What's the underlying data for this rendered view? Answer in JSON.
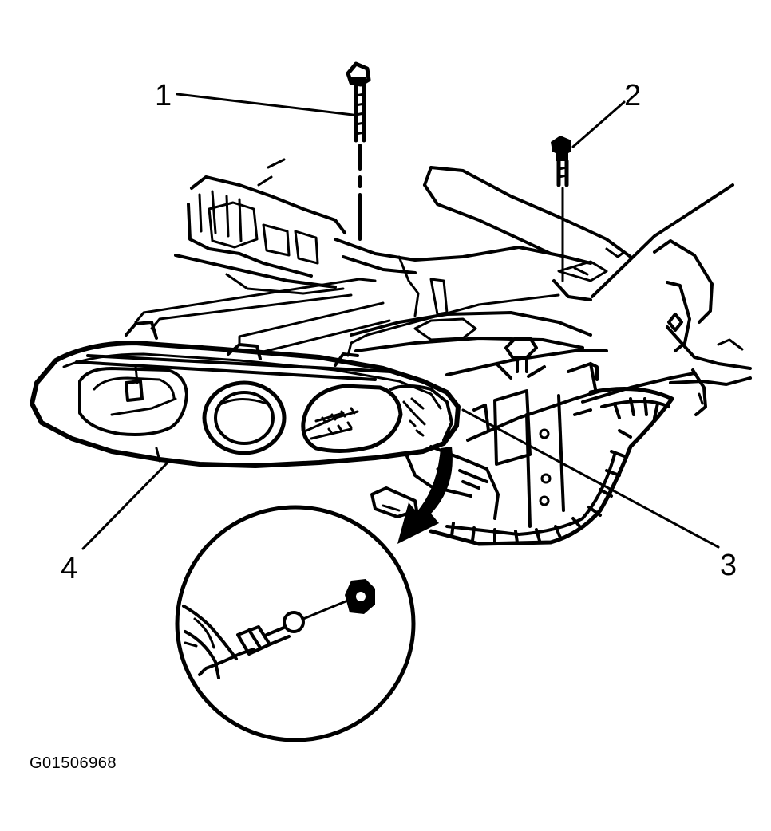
{
  "diagram": {
    "callouts": [
      {
        "id": "1",
        "label": "1"
      },
      {
        "id": "2",
        "label": "2"
      },
      {
        "id": "3",
        "label": "3"
      },
      {
        "id": "4",
        "label": "4"
      }
    ],
    "figure_id": "G01506968"
  },
  "colors": {
    "line": "#000000",
    "background": "#ffffff"
  }
}
